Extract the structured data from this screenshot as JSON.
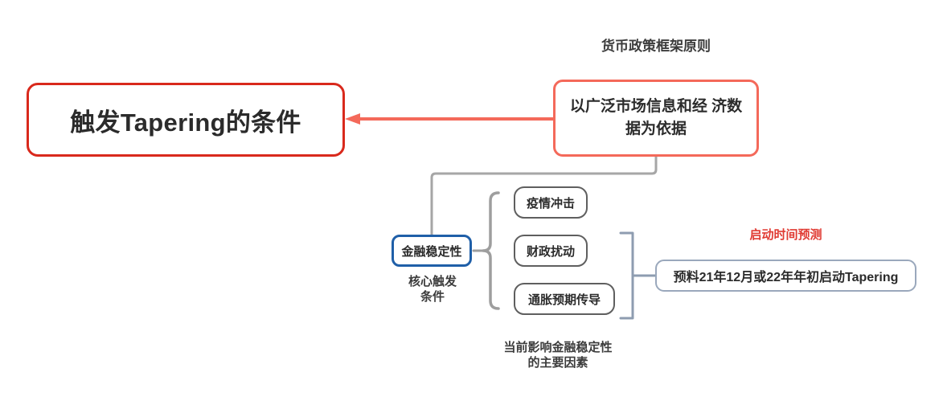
{
  "diagram": {
    "type": "mind-map",
    "background": "#ffffff",
    "root": {
      "text": "触发Tapering的条件",
      "border_color": "#d9291c"
    },
    "branches": [
      {
        "id": "policy-principle",
        "caption": "货币政策框架原则",
        "node_text": "以广泛市场信息和经\n济数据为依据",
        "border_color": "#f4695a"
      },
      {
        "id": "core-trigger",
        "caption": "核心触发\n条件",
        "node_text": "金融稳定性",
        "border_color": "#1f5fa8"
      },
      {
        "id": "stability-factors",
        "caption": "当前影响金融稳定性\n的主要因素",
        "border_color": "#5f5f5f",
        "items": [
          {
            "text": "疫情冲击"
          },
          {
            "text": "财政扰动"
          },
          {
            "text": "通胀预期传导"
          }
        ]
      },
      {
        "id": "timing-forecast",
        "caption": "启动时间预测",
        "caption_color": "#e03a32",
        "node_text": "预料21年12月或22年年初启动Tapering",
        "border_color": "#9aa8bc"
      }
    ],
    "connectors": [
      {
        "name": "principle-to-root",
        "color": "#f4695a",
        "style": "arrow-left"
      },
      {
        "name": "principle-to-core",
        "color": "#a6a6a6",
        "style": "elbow"
      },
      {
        "name": "core-to-factors",
        "color": "#9e9e9e",
        "style": "curly-brace"
      },
      {
        "name": "factors-to-forecast",
        "color": "#8e9cb0",
        "style": "square-brace"
      }
    ]
  }
}
